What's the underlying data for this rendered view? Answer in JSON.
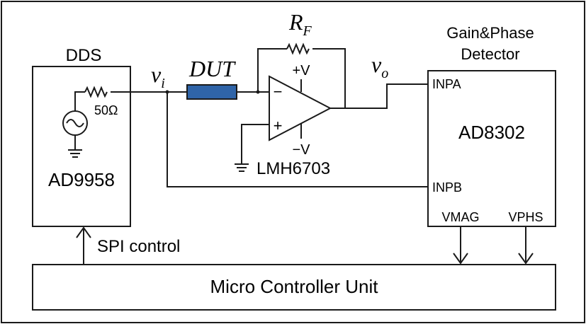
{
  "dds": {
    "title": "DDS",
    "chip": "AD9958",
    "resistor": "50Ω"
  },
  "dut": {
    "label": "DUT"
  },
  "vi": {
    "base": "v",
    "sub": "i"
  },
  "vo": {
    "base": "v",
    "sub": "o"
  },
  "rf": {
    "base": "R",
    "sub": "F"
  },
  "opamp": {
    "chip": "LMH6703",
    "pos_supply": "+V",
    "neg_supply": "−V",
    "minus": "−",
    "plus": "+"
  },
  "detector": {
    "title_line1": "Gain&Phase",
    "title_line2": "Detector",
    "chip": "AD8302",
    "pin_inpa": "INPA",
    "pin_inpb": "INPB",
    "pin_vmag": "VMAG",
    "pin_vphs": "VPHS"
  },
  "spi": {
    "label": "SPI control"
  },
  "mcu": {
    "label": "Micro Controller Unit"
  },
  "colors": {
    "dut_fill": "#2f64a8",
    "line": "#1a1a1a"
  }
}
